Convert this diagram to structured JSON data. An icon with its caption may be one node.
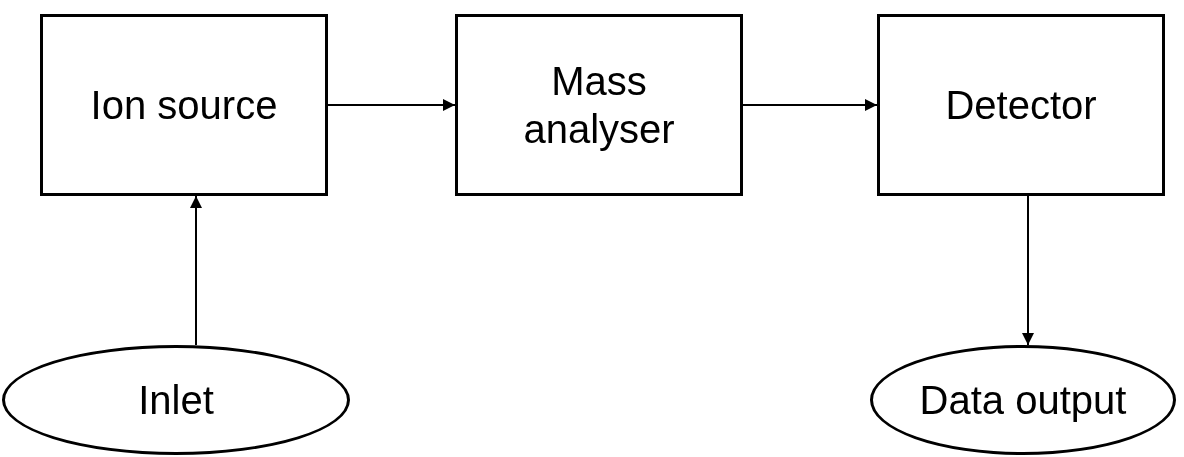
{
  "diagram": {
    "nodes": [
      {
        "text": [
          "Ion source"
        ]
      },
      {
        "text": [
          "Mass analyser"
        ]
      },
      {
        "text": [
          "Detector"
        ]
      },
      {
        "text": [
          "Inlet"
        ]
      },
      {
        "text": [
          "Data output"
        ]
      }
    ],
    "edges": [
      {
        "from": 0,
        "to": 1,
        "arrow": "to"
      },
      {
        "from": 1,
        "to": 2,
        "arrow": "to"
      },
      {
        "from": 3,
        "to": 0,
        "arrow": "to"
      },
      {
        "from": 2,
        "to": 4,
        "arrow": "to"
      }
    ]
  }
}
